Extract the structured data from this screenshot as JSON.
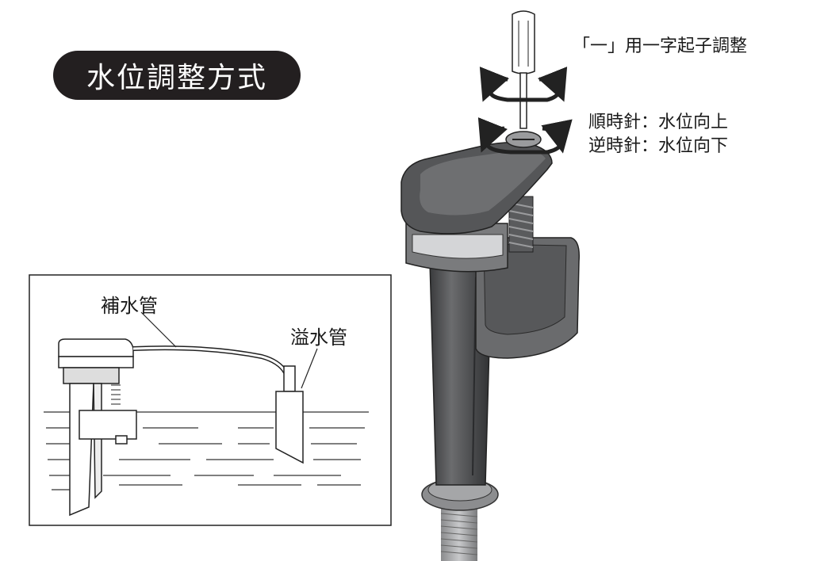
{
  "title": "水位調整方式",
  "instructions": {
    "tool": "「一」用一字起子調整",
    "clockwise": "順時針：水位向上",
    "counterclockwise": "逆時針：水位向下"
  },
  "inset_labels": {
    "fill_tube": "補水管",
    "overflow_pipe": "溢水管"
  },
  "colors": {
    "pill": "#231f20",
    "valve_body": "#4a4b4d",
    "valve_light": "#7a7b7d",
    "line": "#222222"
  }
}
